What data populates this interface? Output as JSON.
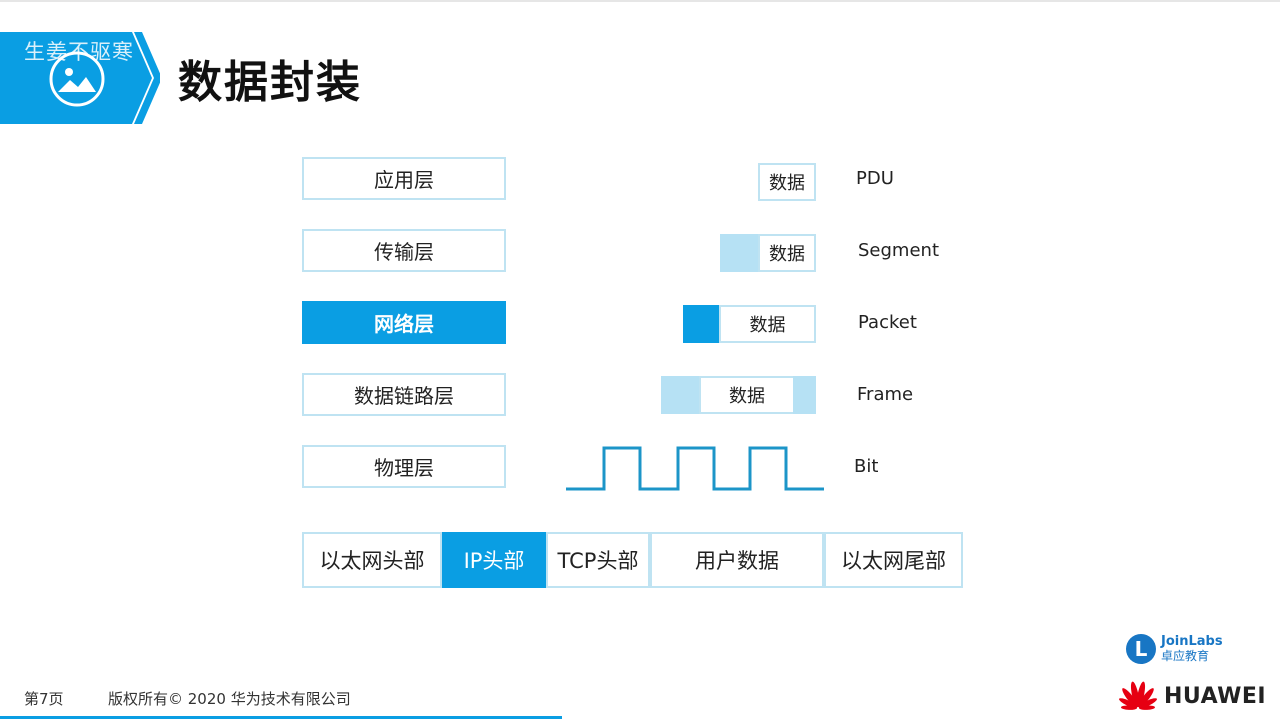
{
  "header": {
    "watermark": "生姜不驱寒",
    "title": "数据封装"
  },
  "layers": [
    {
      "label": "应用层",
      "active": false
    },
    {
      "label": "传输层",
      "active": false
    },
    {
      "label": "网络层",
      "active": true
    },
    {
      "label": "数据链路层",
      "active": false
    },
    {
      "label": "物理层",
      "active": false
    }
  ],
  "pdus": [
    {
      "data_text": "数据",
      "label": "PDU"
    },
    {
      "data_text": "数据",
      "label": "Segment"
    },
    {
      "data_text": "数据",
      "label": "Packet"
    },
    {
      "data_text": "数据",
      "label": "Frame"
    },
    {
      "label": "Bit"
    }
  ],
  "packet_bar": [
    {
      "label": "以太网头部",
      "active": false
    },
    {
      "label": "IP头部",
      "active": true
    },
    {
      "label": "TCP头部",
      "active": false
    },
    {
      "label": "用户数据",
      "active": false
    },
    {
      "label": "以太网尾部",
      "active": false
    }
  ],
  "logos": {
    "joinlabs_en": "JoinLabs",
    "joinlabs_cn": "卓应教育",
    "joinlabs_mark": "L",
    "huawei": "HUAWEI"
  },
  "footer": {
    "page": "第7页",
    "copyright": "版权所有© 2020 华为技术有限公司"
  },
  "colors": {
    "accent": "#0a9ee3",
    "light_accent": "#b6e1f4",
    "outline": "#bfe3f2"
  }
}
